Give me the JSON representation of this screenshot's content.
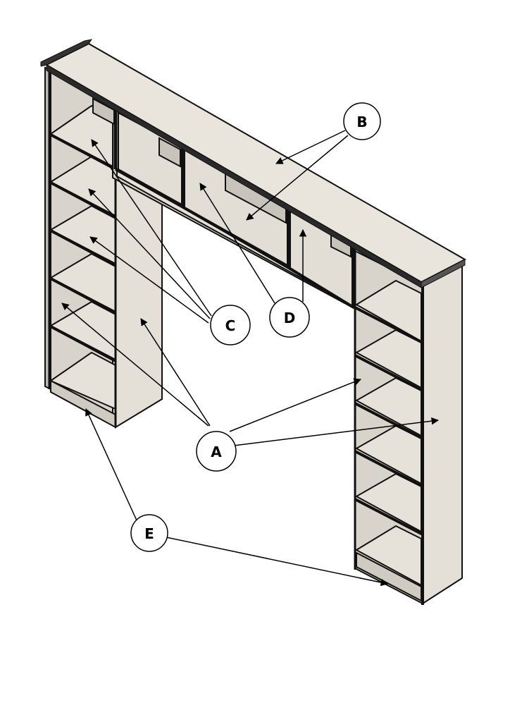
{
  "diagram": {
    "callouts": [
      {
        "id": "A",
        "label": "A"
      },
      {
        "id": "B",
        "label": "B"
      },
      {
        "id": "C",
        "label": "C"
      },
      {
        "id": "D",
        "label": "D"
      },
      {
        "id": "E",
        "label": "E"
      }
    ],
    "colors": {
      "surface_light": "#ebe8e0",
      "surface_mid": "#ddd9d0",
      "surface_dark": "#c9c5bc",
      "top_board": "#e9e5dc",
      "edge": "#111111",
      "background": "#ffffff"
    }
  }
}
